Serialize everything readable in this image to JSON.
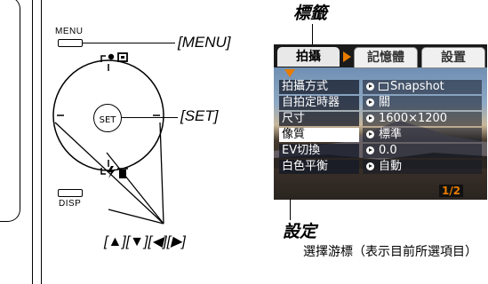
{
  "camera": {
    "menu_button_label": "MENU",
    "disp_button_label": "DISP",
    "set_button_label": "SET",
    "callout_menu": "[MENU]",
    "callout_set": "[SET]",
    "callout_arrows": "[▲][▼][◀][▶]"
  },
  "annotations": {
    "tab_title": "標籤",
    "setting_title": "設定",
    "cursor_description": "選擇游標（表示目前所選項目）"
  },
  "lcd": {
    "tabs": [
      {
        "label": "拍攝",
        "active": true
      },
      {
        "label": "記憶體",
        "active": false
      },
      {
        "label": "設置",
        "active": false
      }
    ],
    "rows": [
      {
        "label": "拍攝方式",
        "value": "Snapshot",
        "selected": false,
        "value_icon": "snapshot-box-icon"
      },
      {
        "label": "自拍定時器",
        "value": "關",
        "selected": false
      },
      {
        "label": "尺寸",
        "value": "1600×1200",
        "selected": false
      },
      {
        "label": "像質",
        "value": "標準",
        "selected": true
      },
      {
        "label": "EV切換",
        "value": "0.0",
        "selected": false
      },
      {
        "label": "白色平衡",
        "value": "自動",
        "selected": false
      }
    ],
    "page_indicator": "1/2",
    "accent_color": "#e87b00"
  }
}
